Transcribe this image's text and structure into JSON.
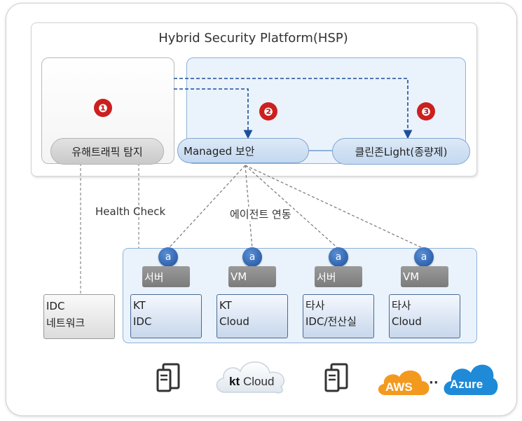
{
  "platform": {
    "title": "Hybrid Security Platform(HSP)"
  },
  "steps": [
    {
      "number": "❶",
      "label": "유해트래픽 탐지"
    },
    {
      "number": "❷",
      "label": "Managed 보안"
    },
    {
      "number": "❸",
      "label": "클린존Light(종량제)"
    }
  ],
  "labels": {
    "health_check": "Health Check",
    "agent_link": "에이전트 연동"
  },
  "idc_network": {
    "line1": "IDC",
    "line2": "네트워크"
  },
  "agent_glyph": "a",
  "targets": [
    {
      "type": "서버",
      "line1": "KT",
      "line2": "IDC"
    },
    {
      "type": "VM",
      "line1": "KT",
      "line2": "Cloud"
    },
    {
      "type": "서버",
      "line1": "타사",
      "line2": "IDC/전산실"
    },
    {
      "type": "VM",
      "line1": "타사",
      "line2": "Cloud"
    }
  ],
  "logos": {
    "kt_cloud_kt": "kt",
    "kt_cloud_word": "Cloud",
    "aws": "AWS",
    "dots": "··",
    "azure": "Azure"
  },
  "icons": [
    "server-icon",
    "kt-cloud-logo",
    "server-icon",
    "aws-logo",
    "azure-logo"
  ],
  "colors": {
    "step_red": "#cc1f1f",
    "agent_blue": "#1c4f9b",
    "line_gray": "#777777",
    "panel_blue": "#eaf2fb"
  }
}
